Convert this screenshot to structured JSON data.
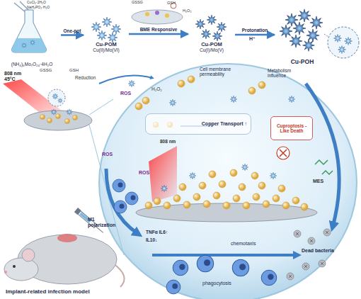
{
  "diagram": {
    "nodes": [
      {
        "text": [
          "(NH₄)₆Mo₇O₂₄·4H₂O"
        ]
      },
      {
        "text": [
          "Cu-POM",
          "Cu(II)/Mo(VI)"
        ]
      },
      {
        "text": [
          "Cu-POM",
          "Cu(I)/Mo(V)"
        ]
      },
      {
        "text": [
          "Cu-POH"
        ]
      },
      {
        "text": [
          "Copper Transport ↑"
        ]
      },
      {
        "text": [
          "Cuproptosis -Like Death"
        ]
      }
    ],
    "edges": [
      {
        "from": 0,
        "to": 1,
        "arrow": "to",
        "label": "One-pot"
      },
      {
        "from": 1,
        "to": 2,
        "arrow": "to",
        "label": "BME Responsive"
      },
      {
        "from": 2,
        "to": 3,
        "arrow": "to",
        "label": "Protonation"
      }
    ],
    "labels": [
      "CuCl₂·2H₂O",
      "NaH₂PO₂·H₂O",
      "GSSG",
      "GSH",
      "H₂O₂",
      "H⁺",
      "808 nm 45°C",
      "GSSG",
      "GSH",
      "Reduction",
      "ROS",
      "H₂O₂",
      "Cell membrane permeability",
      "Metabolism influence",
      "ROS",
      "808 nm",
      "MES",
      "ROS",
      "M1 polarization",
      "TNFα IL6↑",
      "IL10↓",
      "chemotaxis",
      "phagocytosis",
      "Dead bacteria",
      "Implant-related infection model"
    ]
  }
}
